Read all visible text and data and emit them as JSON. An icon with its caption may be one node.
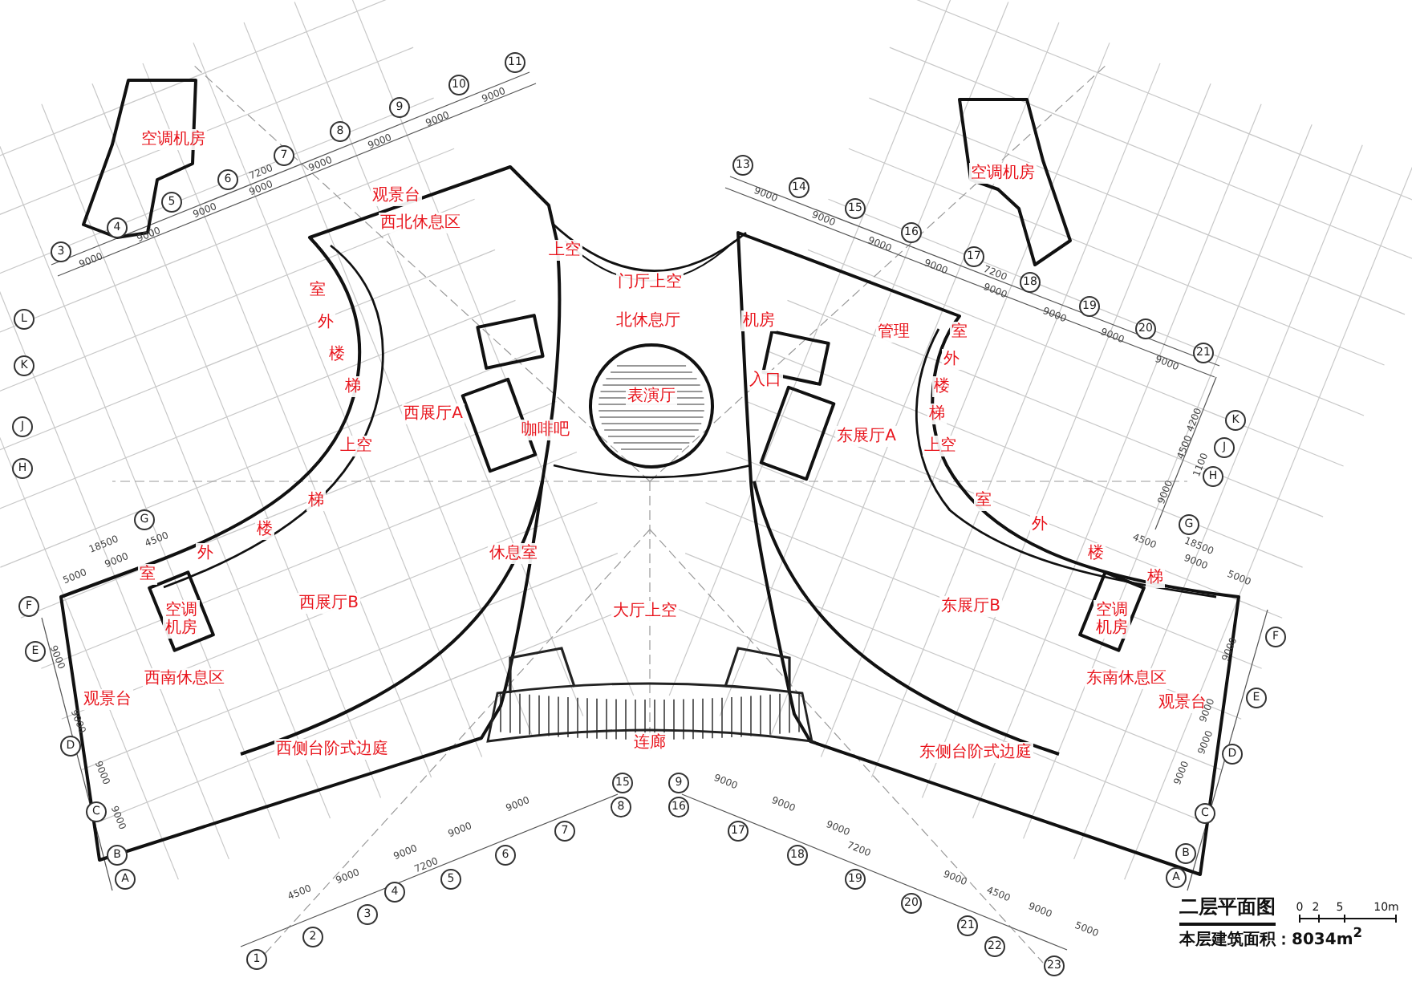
{
  "diagram": {
    "title": "二层平面图",
    "labels": [
      "空调机房",
      "空调机房",
      "观景台",
      "西北休息区",
      "上空",
      "门厅上空",
      "北休息厅",
      "机房",
      "管理",
      "室",
      "外",
      "楼",
      "梯",
      "上空",
      "室",
      "外",
      "楼",
      "梯",
      "上空",
      "入口",
      "表演厅",
      "咖啡吧",
      "西展厅A",
      "东展厅A",
      "室",
      "外",
      "楼",
      "梯",
      "休息室",
      "大厅上空",
      "西展厅B",
      "东展厅B",
      "室",
      "外",
      "楼",
      "梯",
      "空调机房",
      "空调机房",
      "西南休息区",
      "观景台",
      "东南休息区",
      "观景台",
      "西侧台阶式边庭",
      "连廊",
      "东侧台阶式边庭",
      "3",
      "4",
      "5",
      "6",
      "7",
      "8",
      "9",
      "10",
      "11",
      "13",
      "14",
      "15",
      "16",
      "17",
      "18",
      "19",
      "20",
      "21",
      "L",
      "K",
      "J",
      "H",
      "G",
      "F",
      "E",
      "D",
      "C",
      "B",
      "A",
      "K",
      "J",
      "H",
      "G",
      "F",
      "E",
      "D",
      "C",
      "B",
      "A",
      "1",
      "2",
      "3",
      "4",
      "5",
      "6",
      "7",
      "8",
      "15",
      "9",
      "16",
      "17",
      "18",
      "19",
      "20",
      "21",
      "22",
      "23",
      "9000",
      "9000",
      "9000",
      "7200",
      "9000",
      "9000",
      "9000",
      "9000",
      "9000",
      "9000",
      "9000",
      "9000",
      "9000",
      "7200",
      "9000",
      "9000",
      "9000",
      "9000",
      "4200",
      "4500",
      "1100",
      "9000",
      "4500",
      "18500",
      "9000",
      "5000",
      "9000",
      "9000",
      "9000",
      "9000",
      "9000",
      "4500",
      "9000",
      "5000",
      "5000",
      "9000",
      "18500",
      "4500",
      "9000",
      "9000",
      "9000",
      "9000",
      "4500",
      "9000",
      "9000",
      "7200",
      "9000",
      "9000",
      "9000",
      "9000",
      "9000",
      "7200",
      "0",
      "2",
      "5",
      "10m",
      "本层建筑面积：8034m$^{2}$"
    ]
  }
}
